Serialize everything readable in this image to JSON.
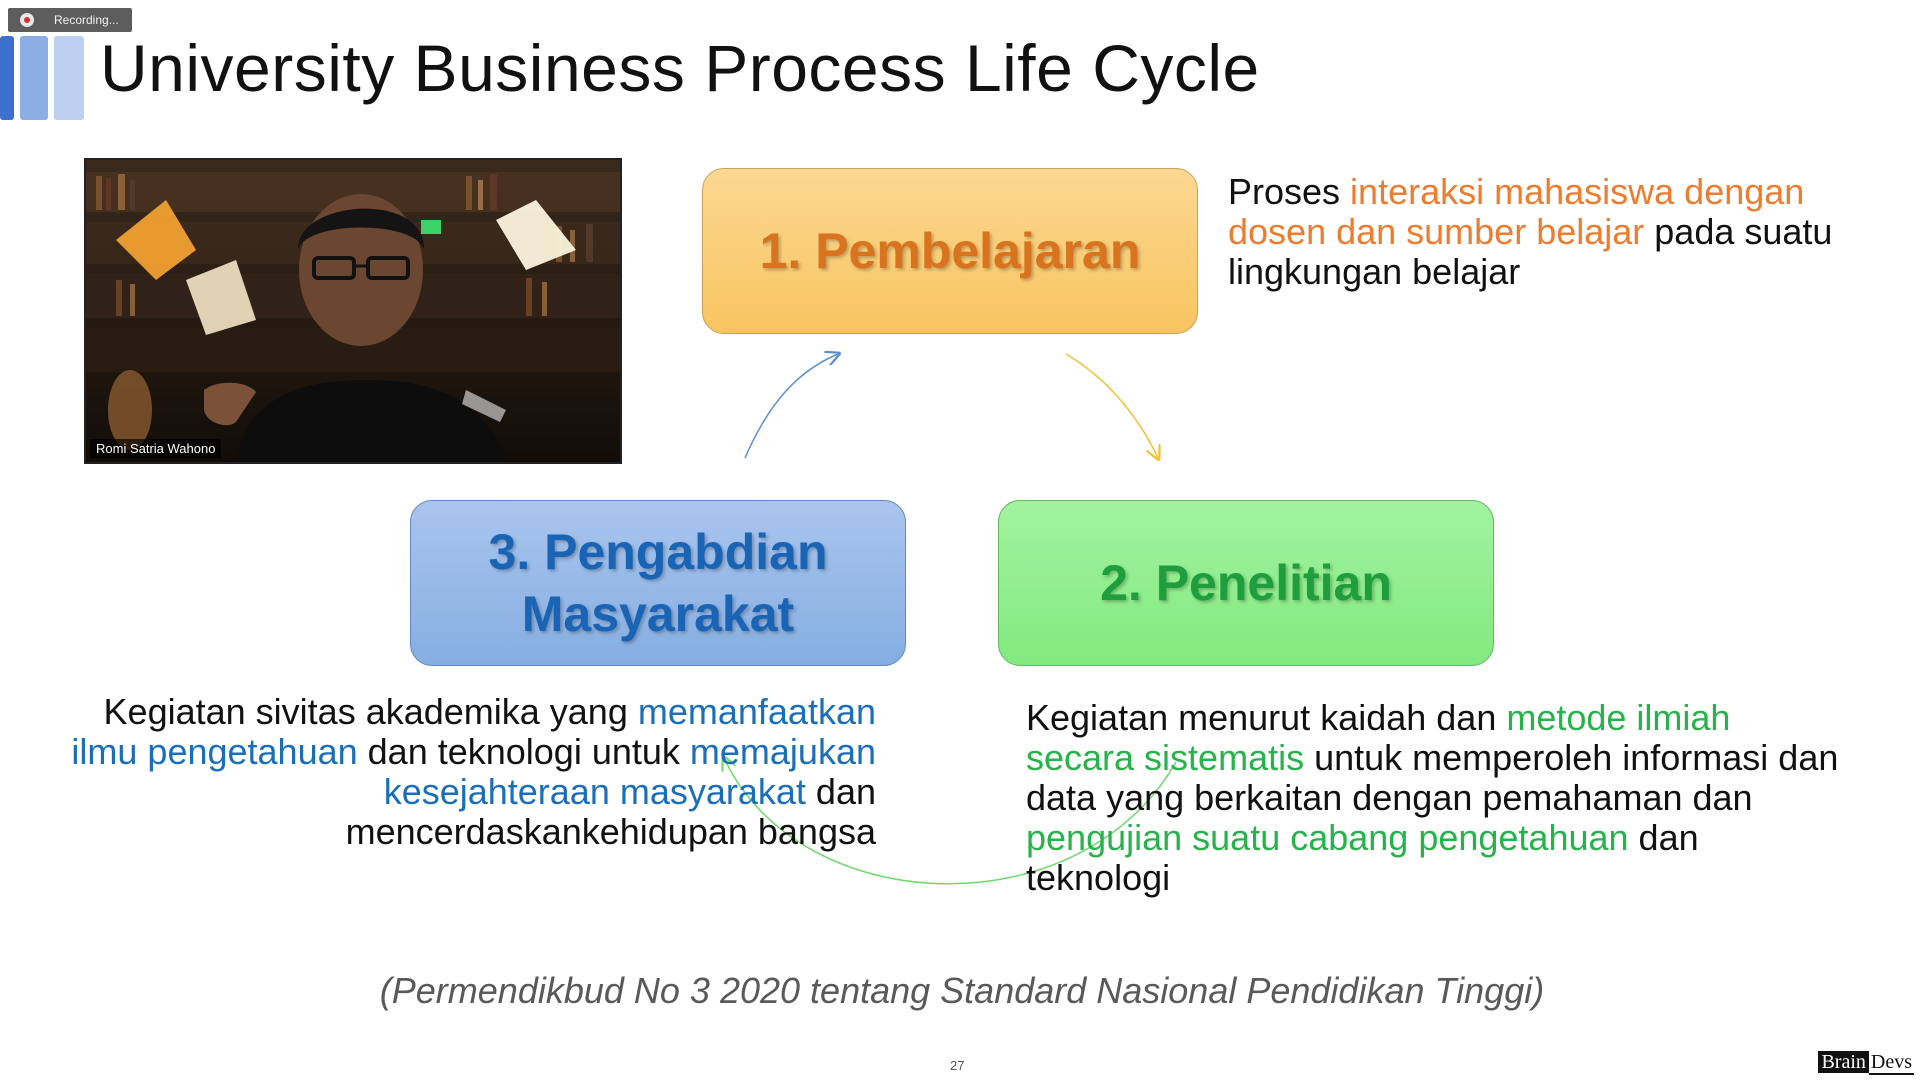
{
  "recording": {
    "label": "Recording..."
  },
  "slide": {
    "title": "University Business Process Life Cycle",
    "page_number": "27",
    "citation": "(Permendikbud No 3 2020 tentang Standard Nasional Pendidikan Tinggi)"
  },
  "video": {
    "speaker_name": "Romi Satria Wahono"
  },
  "boxes": {
    "box1": {
      "label": "1. Pembelajaran"
    },
    "box2": {
      "label": "2. Penelitian"
    },
    "box3": {
      "line1": "3. Pengabdian",
      "line2": "Masyarakat"
    }
  },
  "desc1": {
    "t1": "Proses ",
    "h1": "interaksi mahasiswa dengan dosen dan sumber belajar",
    "t2": " pada suatu lingkungan belajar"
  },
  "desc2": {
    "t1": "Kegiatan menurut kaidah dan ",
    "h1": "metode ilmiah secara sistematis",
    "t2": " untuk memperoleh informasi dan data yang berkaitan dengan pemahaman dan ",
    "h2": "pengujian suatu cabang pengetahuan",
    "t3": " dan teknologi"
  },
  "desc3": {
    "t1": "Kegiatan sivitas akademika yang ",
    "h1": "memanfaatkan ilmu pengetahuan",
    "t2": " dan teknologi untuk ",
    "h2": "memajukan kesejahteraan masyarakat",
    "t3": " dan mencerdaskankehidupan bangsa"
  },
  "brand": {
    "part1": "Brain",
    "part2": "Devs"
  },
  "colors": {
    "orange": "#ee7c2f",
    "green": "#25b34a",
    "blue": "#1b6fba",
    "arrow_blue": "#5b8fd0",
    "arrow_yellow": "#f2c12e",
    "arrow_green": "#6fd96f"
  }
}
